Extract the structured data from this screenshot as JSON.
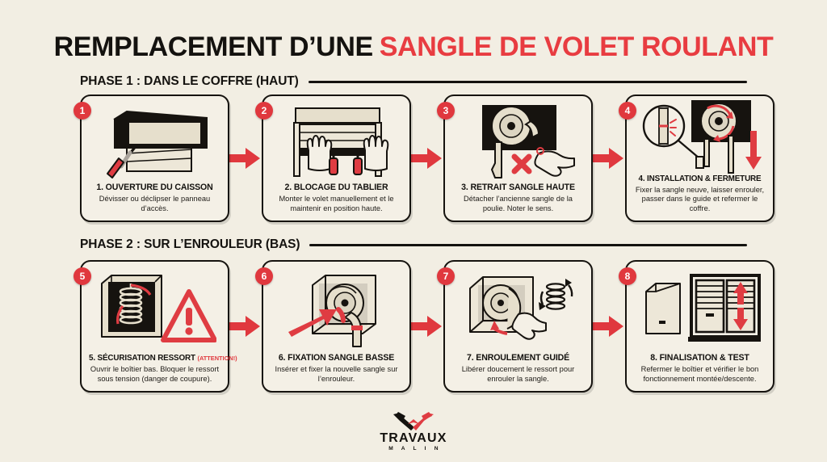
{
  "colors": {
    "background": "#F2EEE3",
    "card_bg": "#F4F0E6",
    "ink": "#14120F",
    "accent_red": "#E0383E",
    "title_red": "#E83C41"
  },
  "title": {
    "part_dark": "REMPLACEMENT D’UNE",
    "part_red": "SANGLE DE VOLET ROULANT"
  },
  "phases": [
    {
      "label": "PHASE 1 : DANS LE COFFRE (HAUT)"
    },
    {
      "label": "PHASE 2 : SUR L’ENROULEUR (BAS)"
    }
  ],
  "steps": [
    {
      "badge": "1",
      "title": "1. OUVERTURE DU CAISSON",
      "attention": "",
      "desc": "Dévisser ou déclipser le panneau d’accès.",
      "art": "roller-box-with-screwdriver"
    },
    {
      "badge": "2",
      "title": "2. BLOCAGE DU TABLIER",
      "attention": "",
      "desc": "Monter le volet manuellement et le maintenir en position haute.",
      "art": "shutter-held-by-hands-with-screwdrivers"
    },
    {
      "badge": "3",
      "title": "3. RETRAIT SANGLE HAUTE",
      "attention": "",
      "desc": "Détacher l’ancienne sangle de la poulie. Noter le sens.",
      "art": "pulley-detach-strap-hand-cross"
    },
    {
      "badge": "4",
      "title": "4. INSTALLATION & FERMETURE",
      "attention": "",
      "desc": "Fixer la sangle neuve, laisser enrouler, passer dans le guide et refermer le coffre.",
      "art": "pulley-new-strap-magnifier-down-arrow"
    },
    {
      "badge": "5",
      "title": "5. SÉCURISATION RESSORT",
      "attention": "(ATTENTION!)",
      "desc": "Ouvrir le boîtier bas. Bloquer le ressort sous tension (danger de coupure).",
      "art": "spring-box-with-warning-triangle"
    },
    {
      "badge": "6",
      "title": "6. FIXATION SANGLE BASSE",
      "attention": "",
      "desc": "Insérer et fixer la nouvelle sangle sur l’enrouleur.",
      "art": "winder-insert-strap-red-arrow"
    },
    {
      "badge": "7",
      "title": "7. ENROULEMENT GUIDÉ",
      "attention": "",
      "desc": "Libérer doucement le ressort pour enrouler la sangle.",
      "art": "winder-hand-guiding-spring-rotation"
    },
    {
      "badge": "8",
      "title": "8. FINALISATION & TEST",
      "attention": "",
      "desc": "Refermer le boîtier et vérifier le bon fonctionnement montée/descente.",
      "art": "closed-box-and-window-up-down-arrows"
    }
  ],
  "arrows": {
    "count_per_row": 3,
    "direction": "right",
    "color": "#E0383E"
  },
  "logo": {
    "word": "TRAVAUX",
    "sub": "M A L I N",
    "icon": "crossed-hammers-icon"
  }
}
